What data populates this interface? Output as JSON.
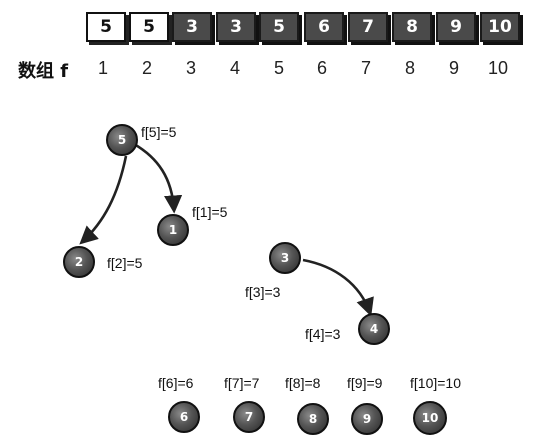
{
  "array": {
    "label": "数组 f",
    "cells": [
      "5",
      "5",
      "3",
      "3",
      "5",
      "6",
      "7",
      "8",
      "9",
      "10"
    ],
    "indices": [
      "1",
      "2",
      "3",
      "4",
      "5",
      "6",
      "7",
      "8",
      "9",
      "10"
    ]
  },
  "nodes": {
    "n5": "5",
    "n1": "1",
    "n2": "2",
    "n3": "3",
    "n4": "4",
    "n6": "6",
    "n7": "7",
    "n8": "8",
    "n9": "9",
    "n10": "10"
  },
  "labels": {
    "f5": "f[5]=5",
    "f1": "f[1]=5",
    "f2": "f[2]=5",
    "f3": "f[3]=3",
    "f4": "f[4]=3",
    "f6": "f[6]=6",
    "f7": "f[7]=7",
    "f8": "f[8]=8",
    "f9": "f[9]=9",
    "f10": "f[10]=10"
  }
}
